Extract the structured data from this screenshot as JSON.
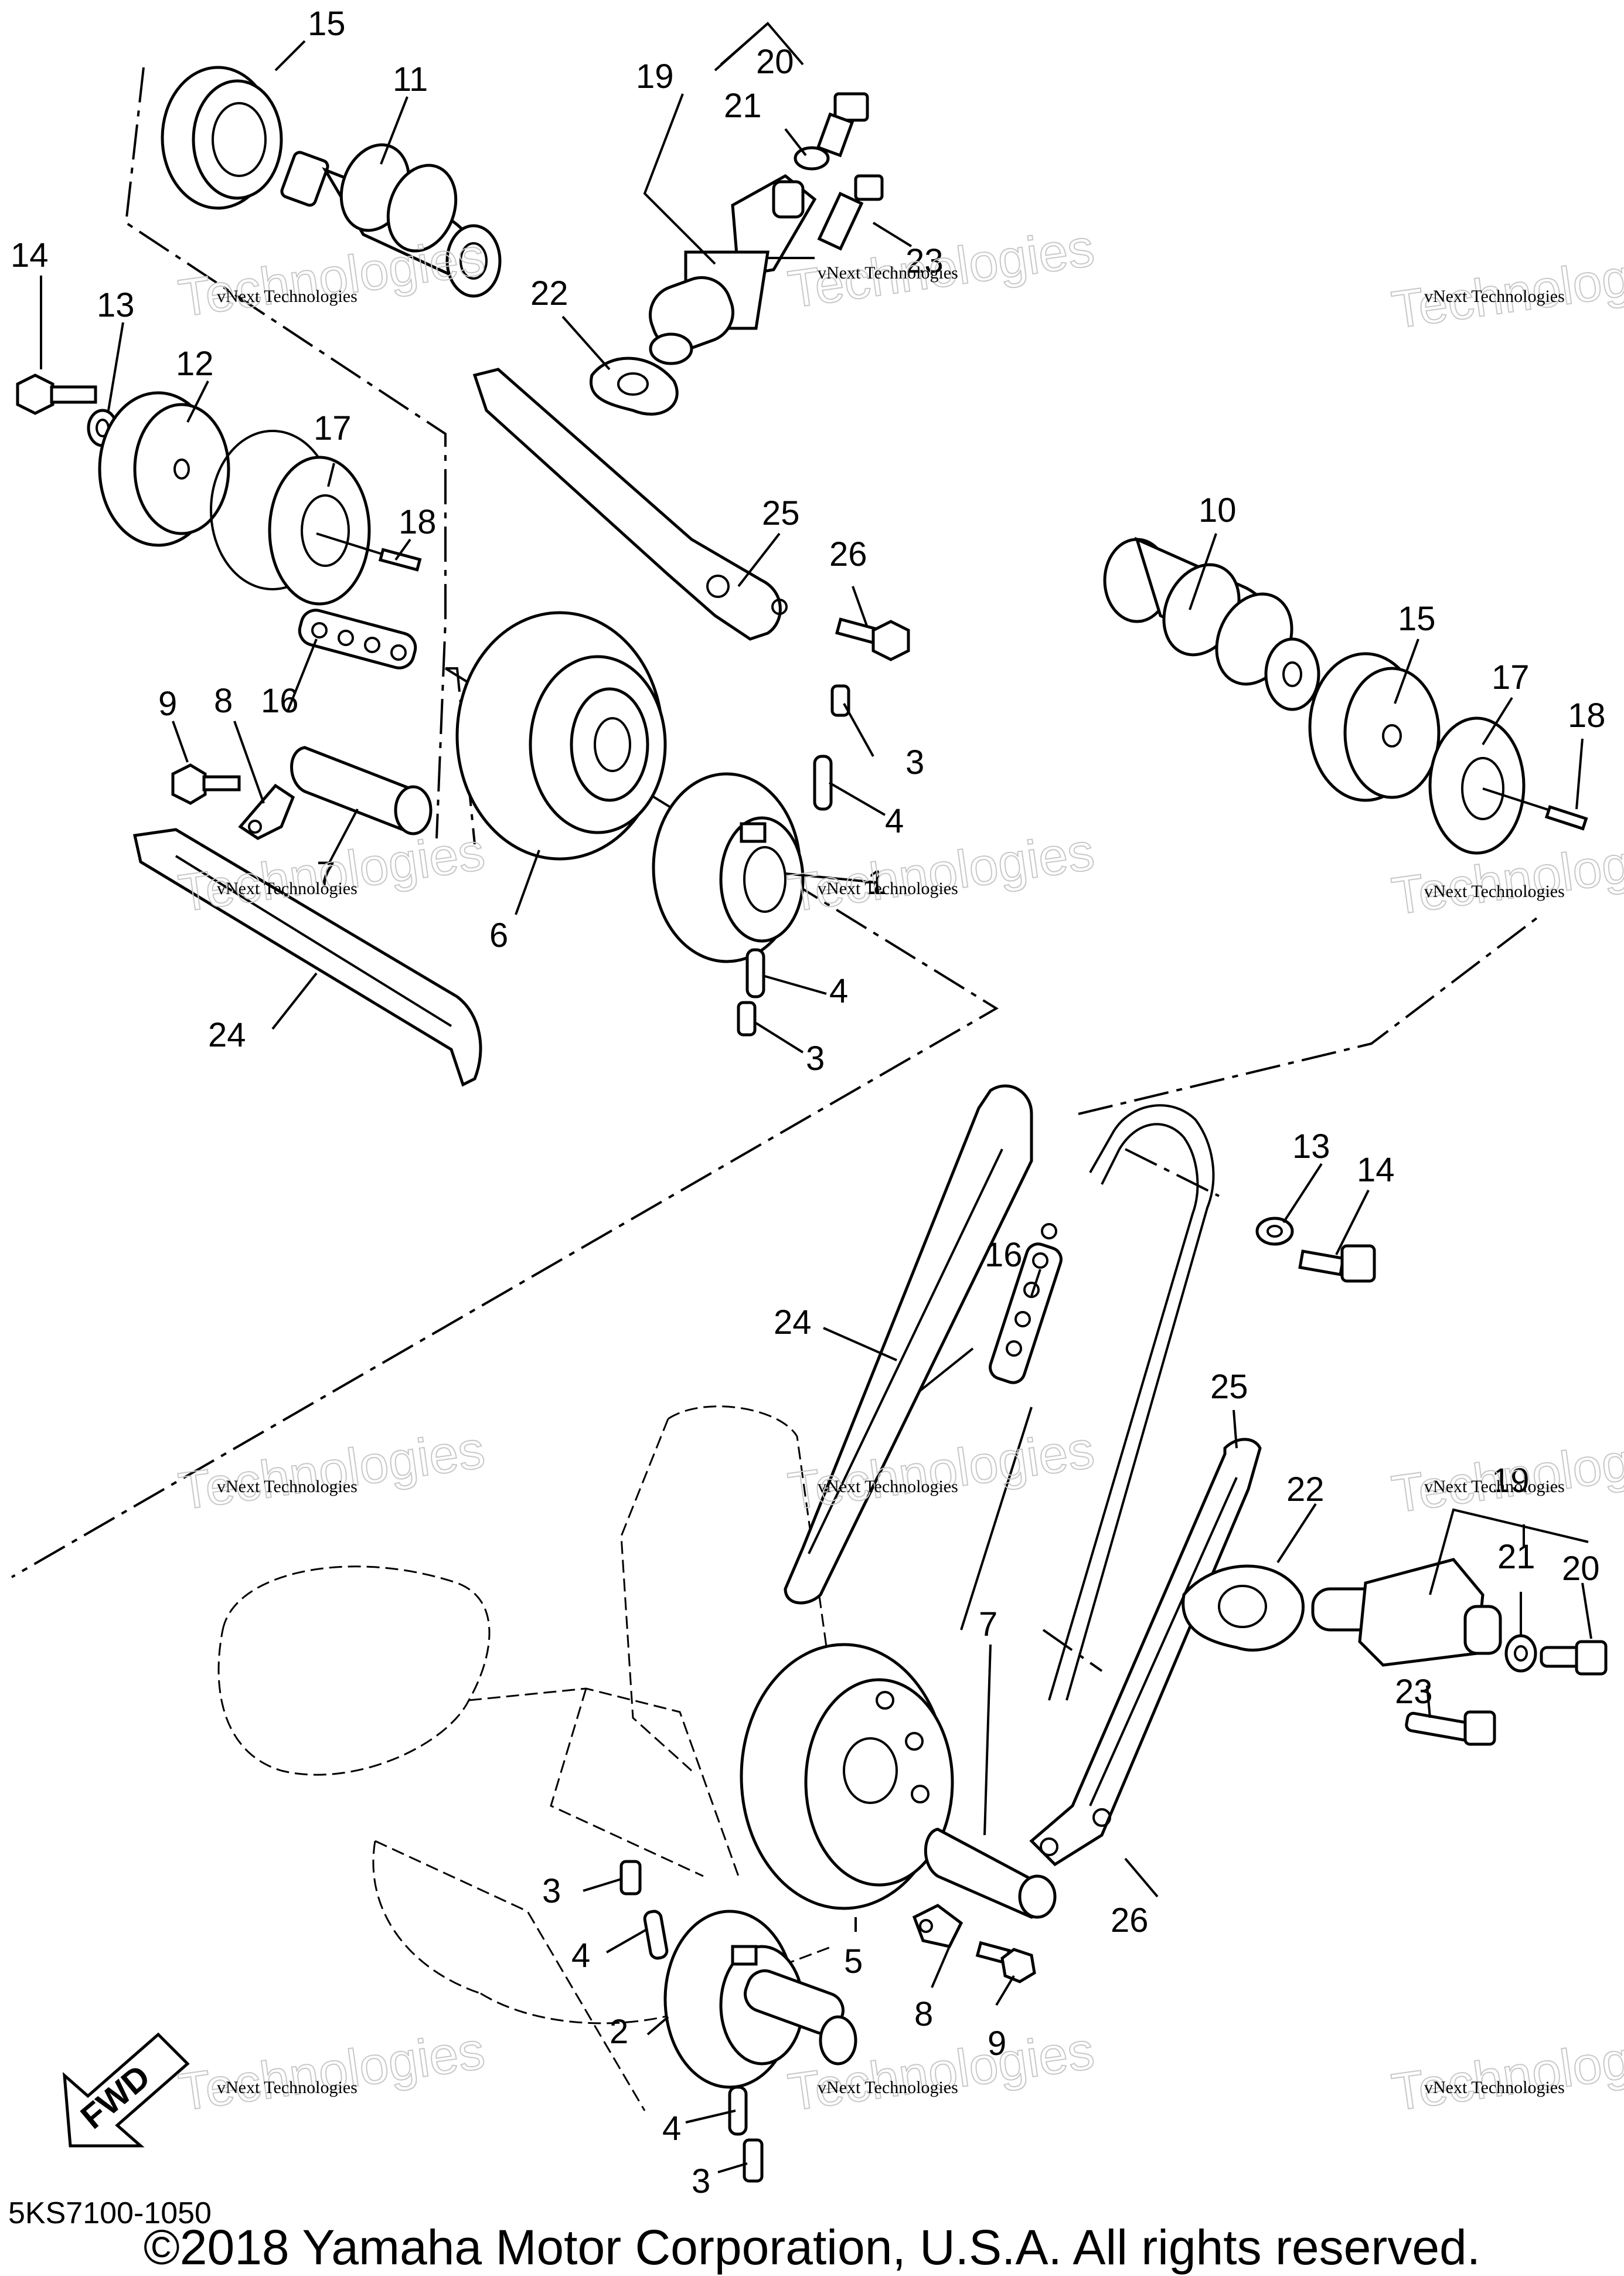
{
  "diagram": {
    "code": "5KS7100-1050",
    "copyright": "©2018 Yamaha Motor Corporation, U.S.A. All rights reserved.",
    "fwd_label": "FWD",
    "watermark_small": "vNext Technologies",
    "watermark_big": "Technologies",
    "callouts": {
      "c15a": "15",
      "c11": "11",
      "c19a": "19",
      "c20a": "20",
      "c21a": "21",
      "c23a": "23",
      "c22a": "22",
      "c14a": "14",
      "c13a": "13",
      "c12": "12",
      "c17a": "17",
      "c18a": "18",
      "c25a": "25",
      "c26a": "26",
      "c10": "10",
      "c15b": "15",
      "c17b": "17",
      "c18b": "18",
      "c9a": "9",
      "c8a": "8",
      "c16a": "16",
      "c3a": "3",
      "c4a": "4",
      "c7a": "7",
      "c1": "1",
      "c6": "6",
      "c24a": "24",
      "c4b": "4",
      "c3b": "3",
      "c13b": "13",
      "c14b": "14",
      "c16b": "16",
      "c24b": "24",
      "c25b": "25",
      "c22b": "22",
      "c19b": "19",
      "c21b": "21",
      "c20b": "20",
      "c23b": "23",
      "c7b": "7",
      "c26b": "26",
      "c3c": "3",
      "c4c": "4",
      "c5": "5",
      "c2": "2",
      "c8b": "8",
      "c9b": "9",
      "c4d": "4",
      "c3d": "3"
    }
  }
}
